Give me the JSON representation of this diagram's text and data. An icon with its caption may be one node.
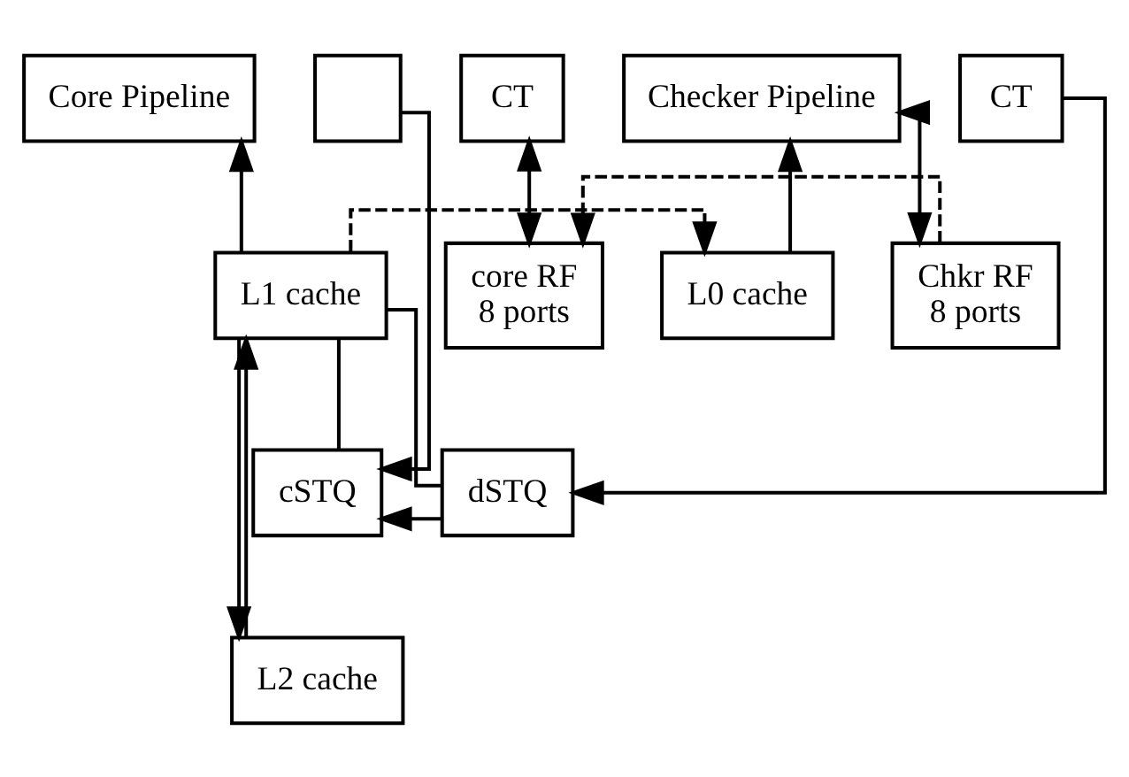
{
  "diagram": {
    "nodes": [
      {
        "text": [
          "Core Pipeline"
        ]
      },
      {
        "text": [],
        "shape": "box"
      },
      {
        "text": [
          "CT"
        ]
      },
      {
        "text": [
          "Checker Pipeline"
        ]
      },
      {
        "text": [
          "CT"
        ]
      },
      {
        "text": [
          "L1 cache"
        ]
      },
      {
        "text": [
          "core RF",
          "8 ports"
        ]
      },
      {
        "text": [
          "L0 cache"
        ]
      },
      {
        "text": [
          "Chkr RF",
          "8 ports"
        ]
      },
      {
        "text": [
          "cSTQ"
        ]
      },
      {
        "text": [
          "dSTQ"
        ]
      },
      {
        "text": [
          "L2 cache"
        ]
      }
    ],
    "edges": [
      {
        "from": 5,
        "to": 0,
        "arrow": "to"
      },
      {
        "from": 5,
        "to": 7,
        "arrow": "to",
        "style": "dashed"
      },
      {
        "from": 5,
        "to": 9,
        "arrow": "none"
      },
      {
        "from": 1,
        "to": 9,
        "arrow": "to"
      },
      {
        "from": 2,
        "to": 6,
        "arrow": "both"
      },
      {
        "from": 7,
        "to": 3,
        "arrow": "to"
      },
      {
        "from": 3,
        "to": 8,
        "arrow": "both"
      },
      {
        "from": 8,
        "to": 6,
        "arrow": "to",
        "style": "dashed"
      },
      {
        "from": 4,
        "to": 10,
        "arrow": "to"
      },
      {
        "from": 10,
        "to": 9,
        "arrow": "to"
      },
      {
        "from": 10,
        "to": 5,
        "arrow": "none"
      },
      {
        "from": 5,
        "to": 11,
        "arrow": "to"
      },
      {
        "from": 11,
        "to": 5,
        "arrow": "to"
      }
    ]
  }
}
